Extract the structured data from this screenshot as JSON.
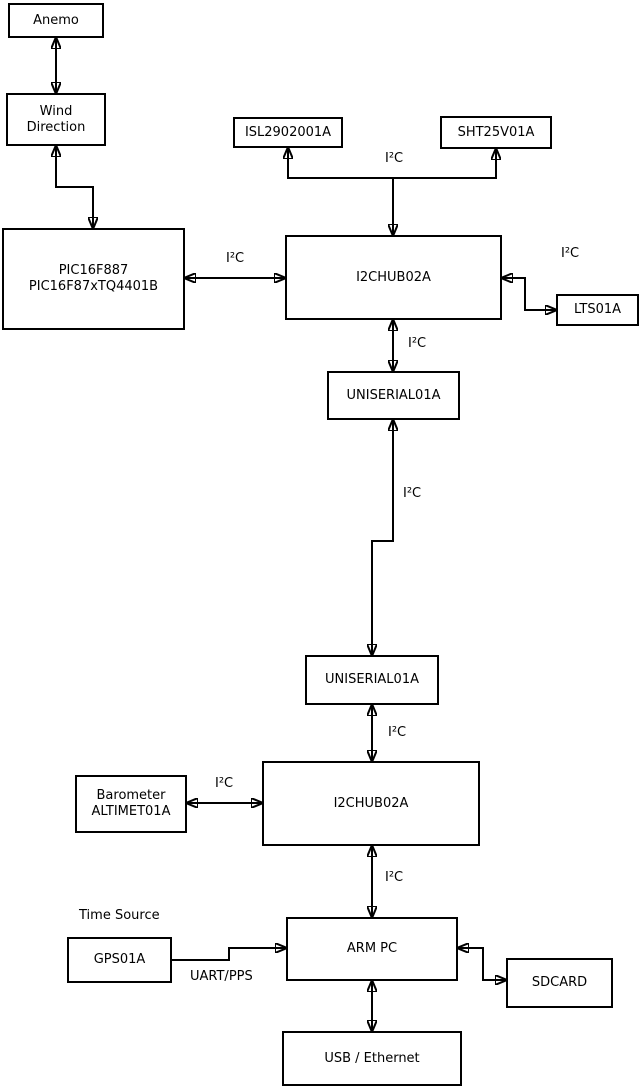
{
  "diagram": {
    "background": "#ffffff",
    "line_color": "#000000",
    "box_fill": "#ffffff",
    "nodes": {
      "anemo": {
        "label": "Anemo"
      },
      "wind_direction": {
        "label": "Wind\nDirection"
      },
      "pic": {
        "label": "PIC16F887\nPIC16F87xTQ4401B"
      },
      "isl": {
        "label": "ISL2902001A"
      },
      "sht": {
        "label": "SHT25V01A"
      },
      "hub1": {
        "label": "I2CHUB02A"
      },
      "lts": {
        "label": "LTS01A"
      },
      "uniserial1": {
        "label": "UNISERIAL01A"
      },
      "uniserial2": {
        "label": "UNISERIAL01A"
      },
      "barometer": {
        "label": "Barometer\nALTIMET01A"
      },
      "hub2": {
        "label": "I2CHUB02A"
      },
      "gps": {
        "label": "GPS01A"
      },
      "arm_pc": {
        "label": "ARM PC"
      },
      "sdcard": {
        "label": "SDCARD"
      },
      "usb_ethernet": {
        "label": "USB / Ethernet"
      }
    },
    "labels": {
      "i2c_sensor_bus": "I²C",
      "i2c_pic_hub1": "I²C",
      "i2c_hub1_lts": "I²C",
      "i2c_hub1_uniserial1": "I²C",
      "i2c_uniserial_link": "I²C",
      "i2c_uniserial2_hub2": "I²C",
      "i2c_barometer_hub2": "I²C",
      "i2c_hub2_arm": "I²C",
      "time_source": "Time Source",
      "uart_pps": "UART/PPS"
    }
  }
}
